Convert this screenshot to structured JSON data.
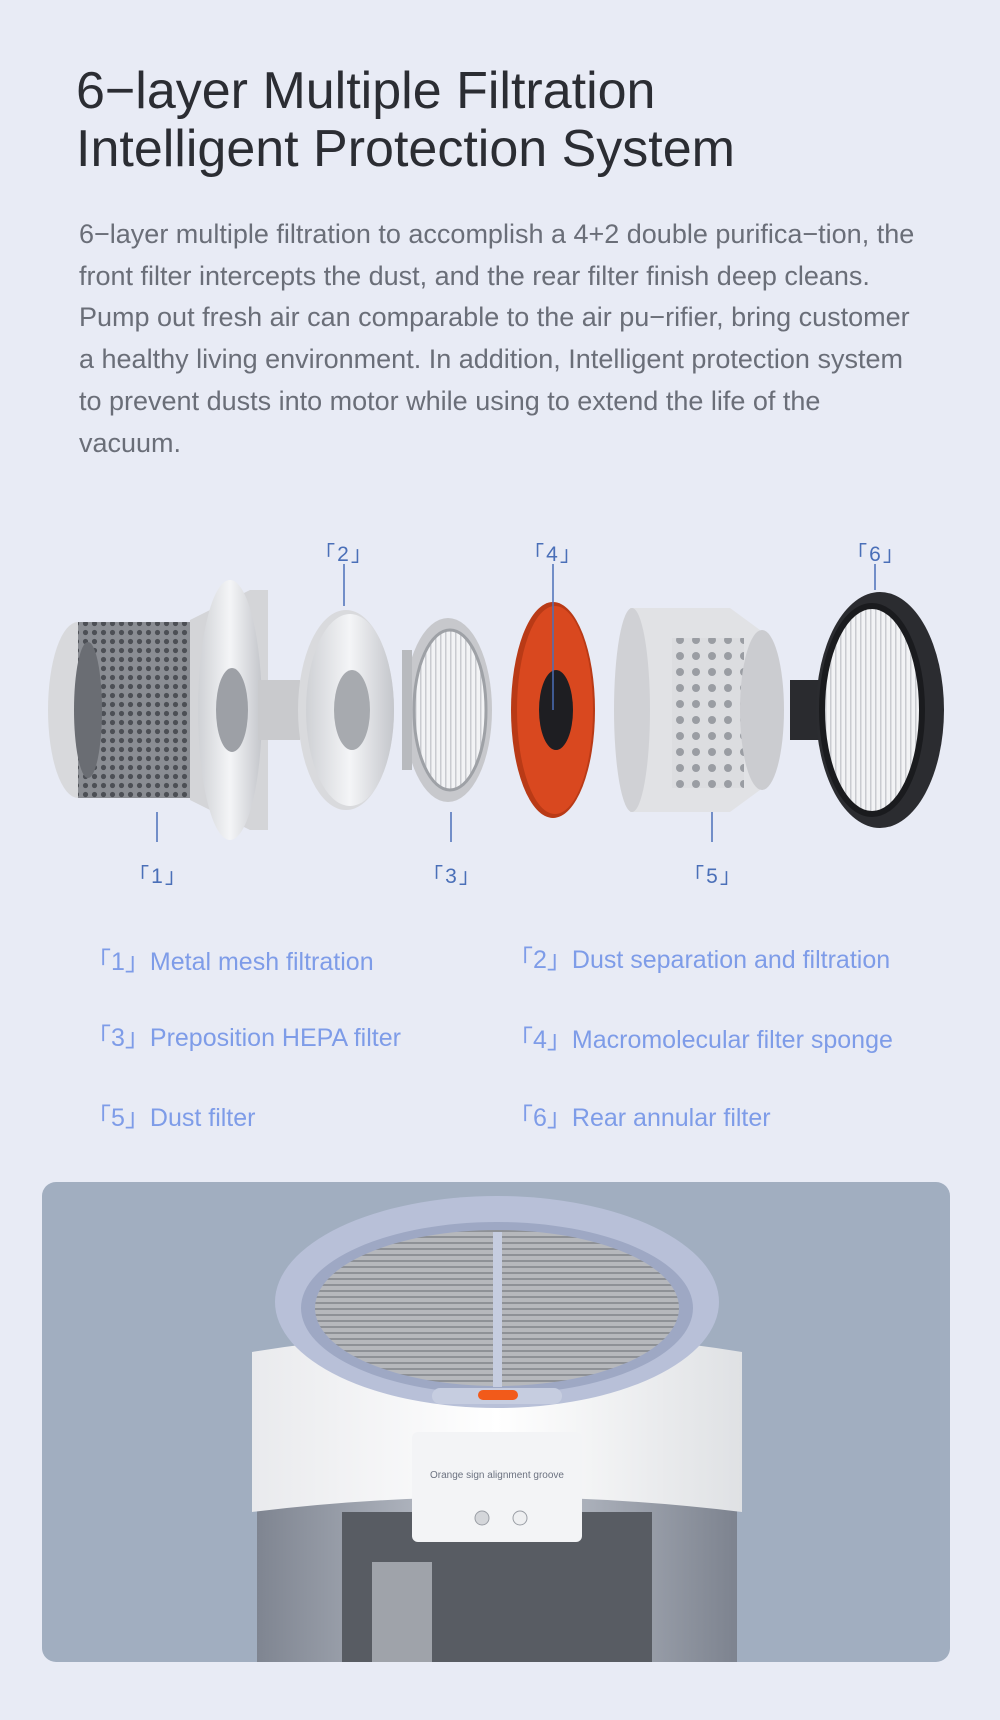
{
  "header": {
    "title_line1": "6−layer Multiple Filtration",
    "title_line2": "Intelligent Protection System"
  },
  "description": "6−layer multiple filtration to accomplish a 4+2 double purifica−tion, the front filter intercepts the dust, and the rear filter finish deep cleans. Pump out fresh air can comparable to the air pu−rifier, bring customer a healthy living environment. In addition, Intelligent protection system to prevent dusts into motor while using to extend the life of the vacuum.",
  "diagram_labels": {
    "n1": "「1」",
    "n2": "「2」",
    "n3": "「3」",
    "n4": "「4」",
    "n5": "「5」",
    "n6": "「6」"
  },
  "legend": [
    "「1」Metal mesh filtration",
    "「2」Dust separation and filtration",
    "「3」Preposition HEPA filter",
    "「4」Macromolecular filter sponge",
    "「5」Dust filter",
    "「6」Rear annular filter"
  ],
  "photo": {
    "groove_text": "Orange sign alignment groove"
  },
  "colors": {
    "background": "#e8ebf5",
    "title": "#2b2d33",
    "body_text": "#6a6e78",
    "label_blue": "#4a6fb8",
    "legend_blue": "#7e9ce8",
    "sponge_orange": "#d9481f",
    "photo_bg": "#a1aec0"
  }
}
